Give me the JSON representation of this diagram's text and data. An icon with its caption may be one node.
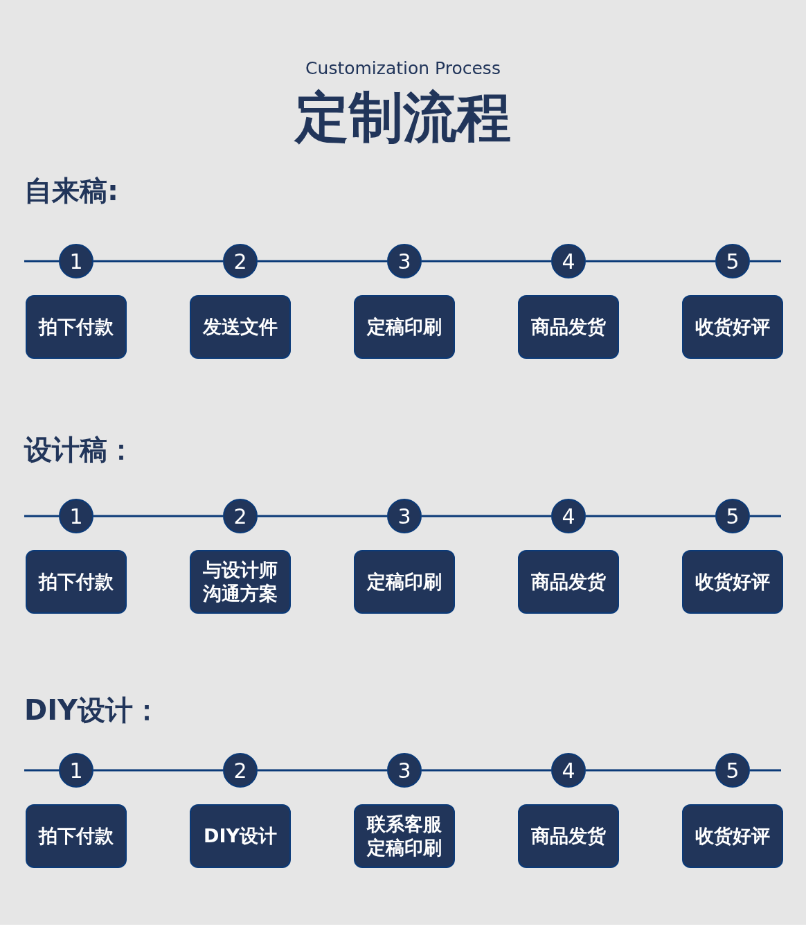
{
  "diagram": {
    "title": "定制流程",
    "nodes": [
      {
        "text": [
          "1"
        ]
      },
      {
        "text": [
          "2"
        ]
      },
      {
        "text": [
          "3"
        ]
      },
      {
        "text": [
          "4"
        ]
      },
      {
        "text": [
          "5"
        ]
      },
      {
        "text": [
          "拍下付款"
        ]
      },
      {
        "text": [
          "发送文件"
        ]
      },
      {
        "text": [
          "定稿印刷"
        ]
      },
      {
        "text": [
          "商品发货"
        ]
      },
      {
        "text": [
          "收货好评"
        ]
      },
      {
        "text": [
          "1"
        ]
      },
      {
        "text": [
          "2"
        ]
      },
      {
        "text": [
          "3"
        ]
      },
      {
        "text": [
          "4"
        ]
      },
      {
        "text": [
          "5"
        ]
      },
      {
        "text": [
          "拍下付款"
        ]
      },
      {
        "text": [
          "与设计师沟通方案"
        ]
      },
      {
        "text": [
          "定稿印刷"
        ]
      },
      {
        "text": [
          "商品发货"
        ]
      },
      {
        "text": [
          "收货好评"
        ]
      },
      {
        "text": [
          "1"
        ]
      },
      {
        "text": [
          "2"
        ]
      },
      {
        "text": [
          "3"
        ]
      },
      {
        "text": [
          "4"
        ]
      },
      {
        "text": [
          "5"
        ]
      },
      {
        "text": [
          "拍下付款"
        ]
      },
      {
        "text": [
          "DIY设计"
        ]
      },
      {
        "text": [
          "联系客服定稿印刷"
        ]
      },
      {
        "text": [
          "商品发货"
        ]
      },
      {
        "text": [
          "收货好评"
        ]
      }
    ],
    "edges": [
      {
        "from": null,
        "to": 0,
        "arrow": "none"
      },
      {
        "from": 0,
        "to": 1,
        "arrow": "none"
      },
      {
        "from": 1,
        "to": 2,
        "arrow": "none"
      },
      {
        "from": 2,
        "to": 3,
        "arrow": "none"
      },
      {
        "from": 3,
        "to": 4,
        "arrow": "none"
      },
      {
        "from": 4,
        "to": null,
        "arrow": "none"
      },
      {
        "from": null,
        "to": 10,
        "arrow": "none"
      },
      {
        "from": 10,
        "to": 11,
        "arrow": "none"
      },
      {
        "from": 11,
        "to": 12,
        "arrow": "none"
      },
      {
        "from": 12,
        "to": 13,
        "arrow": "none"
      },
      {
        "from": 13,
        "to": 14,
        "arrow": "none"
      },
      {
        "from": 14,
        "to": null,
        "arrow": "none"
      },
      {
        "from": null,
        "to": 20,
        "arrow": "none"
      },
      {
        "from": 20,
        "to": 21,
        "arrow": "none"
      },
      {
        "from": 21,
        "to": 22,
        "arrow": "none"
      },
      {
        "from": 22,
        "to": 23,
        "arrow": "none"
      },
      {
        "from": 23,
        "to": 24,
        "arrow": "none"
      },
      {
        "from": 24,
        "to": null,
        "arrow": "none"
      }
    ],
    "labels": [
      "Customization Process",
      "自来稿:",
      "设计稿：",
      "DIY设计："
    ]
  }
}
